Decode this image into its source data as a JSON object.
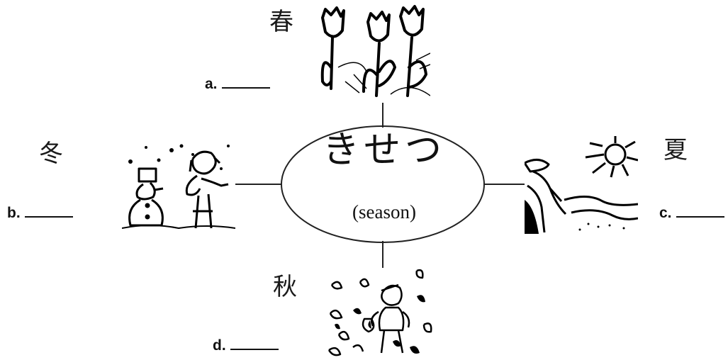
{
  "title": "きせつ",
  "subtitle": "(season)",
  "seasons": {
    "spring": {
      "kanji": "春",
      "letter": "a."
    },
    "winter": {
      "kanji": "冬",
      "letter": "b."
    },
    "summer": {
      "kanji": "夏",
      "letter": "c."
    },
    "autumn": {
      "kanji": "秋",
      "letter": "d."
    }
  },
  "icons": {
    "spring": "tulips-picture",
    "winter": "snowman-picture",
    "summer": "beach-sun-picture",
    "autumn": "falling-leaves-picture"
  }
}
